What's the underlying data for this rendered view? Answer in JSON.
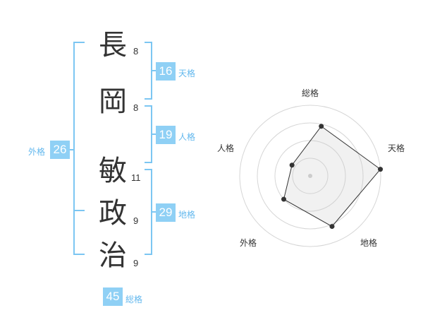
{
  "name": {
    "chars": [
      {
        "char": "長",
        "strokes": "8"
      },
      {
        "char": "岡",
        "strokes": "8"
      },
      {
        "char": "敏",
        "strokes": "11"
      },
      {
        "char": "政",
        "strokes": "9"
      },
      {
        "char": "治",
        "strokes": "9"
      }
    ]
  },
  "kaku": {
    "tenkaku": {
      "value": "16",
      "label": "天格"
    },
    "jinkaku": {
      "value": "19",
      "label": "人格"
    },
    "chikaku": {
      "value": "29",
      "label": "地格"
    },
    "gaikaku": {
      "value": "26",
      "label": "外格"
    },
    "soukaku": {
      "value": "45",
      "label": "総格"
    }
  },
  "colors": {
    "bracket": "#7cc6f2",
    "badge": "#8fd0f5",
    "label": "#63b8ee"
  },
  "chart_data": {
    "type": "radar",
    "axes": [
      "総格",
      "天格",
      "地格",
      "外格",
      "人格"
    ],
    "series": [
      {
        "values": [
          0.72,
          1.0,
          0.78,
          0.5,
          0.3
        ]
      }
    ],
    "rings": 4
  }
}
